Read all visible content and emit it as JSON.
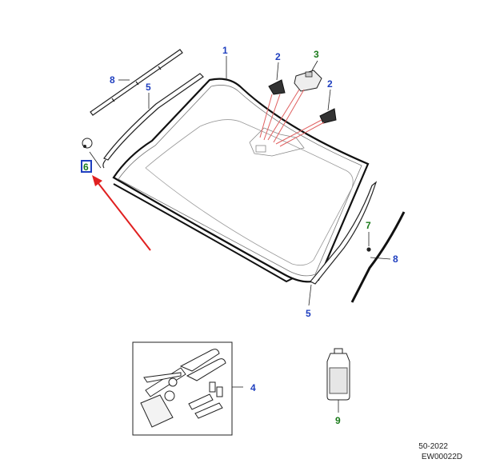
{
  "callouts": {
    "c1": "1",
    "c2a": "2",
    "c2b": "2",
    "c3": "3",
    "c4": "4",
    "c5a": "5",
    "c5b": "5",
    "c6": "6",
    "c7": "7",
    "c8a": "8",
    "c8b": "8",
    "c9": "9"
  },
  "colors": {
    "callout_blue": "#1f3fbf",
    "callout_green": "#1a7a1a",
    "highlight_box": "#1f3fbf",
    "arrow": "#e02020",
    "sensor_lines": "#e06060"
  },
  "footer": {
    "code": "50-2022",
    "ref": "EW00022D"
  }
}
